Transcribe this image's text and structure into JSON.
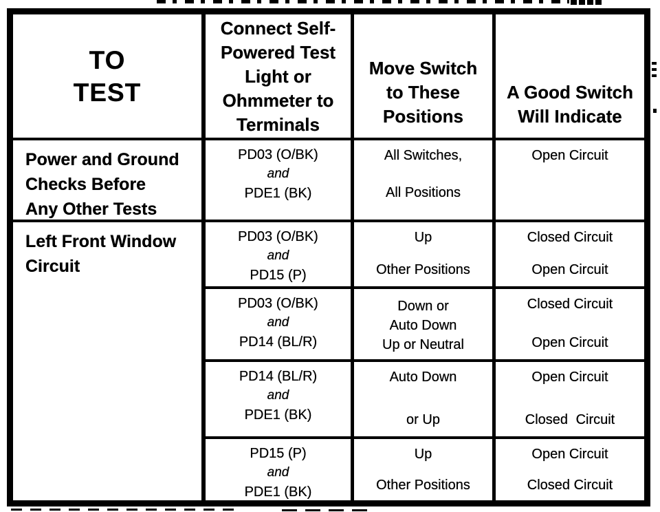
{
  "table": {
    "headers": [
      {
        "lines": [
          "TO",
          "TEST"
        ]
      },
      {
        "lines": [
          "Connect Self-",
          "Powered Test",
          "Light or",
          "Ohmmeter to",
          "Terminals"
        ]
      },
      {
        "lines": [
          "Move Switch",
          "to These",
          "Positions"
        ]
      },
      {
        "lines": [
          "A Good Switch",
          "Will Indicate"
        ]
      }
    ],
    "rows": [
      {
        "test": [
          "Power and Ground",
          "Checks Before",
          "Any Other Tests"
        ],
        "terminals": [
          "PD03 (O/BK)",
          "and",
          "PDE1 (BK)"
        ],
        "positions": [
          "All Switches,",
          "All Positions"
        ],
        "indications": [
          "Open Circuit"
        ]
      },
      {
        "test": [
          "Left Front Window",
          "Circuit"
        ],
        "terminals": [
          "PD03 (O/BK)",
          "and",
          "PD15 (P)"
        ],
        "positions": [
          "Up",
          "Other Positions"
        ],
        "indications": [
          "Closed Circuit",
          "Open Circuit"
        ]
      },
      {
        "terminals": [
          "PD03 (O/BK)",
          "and",
          "PD14 (BL/R)"
        ],
        "positions": [
          "Down or",
          "Auto Down",
          "Up or Neutral"
        ],
        "indications": [
          "Closed Circuit",
          "Open Circuit"
        ]
      },
      {
        "terminals": [
          "PD14 (BL/R)",
          "and",
          "PDE1 (BK)"
        ],
        "positions": [
          "Auto Down",
          "or Up"
        ],
        "indications": [
          "Open Circuit",
          "Closed Circuit"
        ]
      },
      {
        "terminals": [
          "PD15 (P)",
          "and",
          "PDE1 (BK)"
        ],
        "positions": [
          "Up",
          "Other Positions"
        ],
        "indications": [
          "Open Circuit",
          "Closed Circuit"
        ]
      }
    ]
  }
}
